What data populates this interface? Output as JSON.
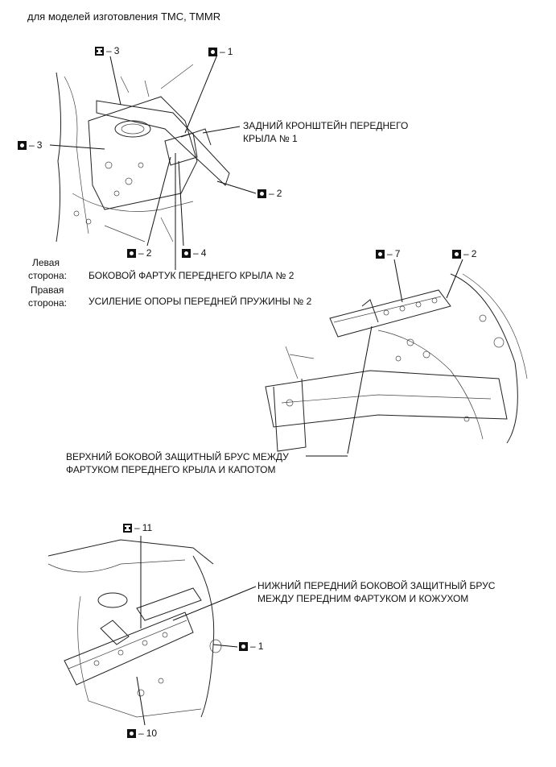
{
  "header": {
    "title": "для моделей изготовления TMC, TMMR"
  },
  "figure1": {
    "callouts": [
      {
        "symbol": "torque",
        "label": "3"
      },
      {
        "symbol": "bolt-i",
        "label": "3"
      },
      {
        "symbol": "torque",
        "label": "1"
      },
      {
        "symbol": "torque",
        "label": "2"
      },
      {
        "symbol": "torque",
        "label": "2"
      },
      {
        "symbol": "torque",
        "label": "4"
      }
    ],
    "bracket_label_line1": "ЗАДНИЙ КРОНШТЕЙН ПЕРЕДНЕГО",
    "bracket_label_line2": "КРЫЛА № 1",
    "left_side_label_line1": "Левая",
    "left_side_label_line2": "сторона:",
    "left_side_value": "БОКОВОЙ ФАРТУК ПЕРЕДНЕГО КРЫЛА № 2",
    "right_side_label_line1": "Правая",
    "right_side_label_line2": "сторона:",
    "right_side_value": "УСИЛЕНИЕ ОПОРЫ ПЕРЕДНЕЙ ПРУЖИНЫ № 2"
  },
  "figure2": {
    "callouts": [
      {
        "symbol": "torque",
        "label": "7"
      },
      {
        "symbol": "torque",
        "label": "2"
      }
    ],
    "label_line1": "ВЕРХНИЙ БОКОВОЙ ЗАЩИТНЫЙ БРУС МЕЖДУ",
    "label_line2": "ФАРТУКОМ ПЕРЕДНЕГО КРЫЛА И КАПОТОМ"
  },
  "figure3": {
    "callouts": [
      {
        "symbol": "bolt-i",
        "label": "11"
      },
      {
        "symbol": "torque",
        "label": "1"
      },
      {
        "symbol": "torque",
        "label": "10"
      }
    ],
    "label_line1": "НИЖНИЙ ПЕРЕДНИЙ БОКОВОЙ ЗАЩИТНЫЙ БРУС",
    "label_line2": "МЕЖДУ ПЕРЕДНИМ ФАРТУКОМ И КОЖУХОМ"
  }
}
